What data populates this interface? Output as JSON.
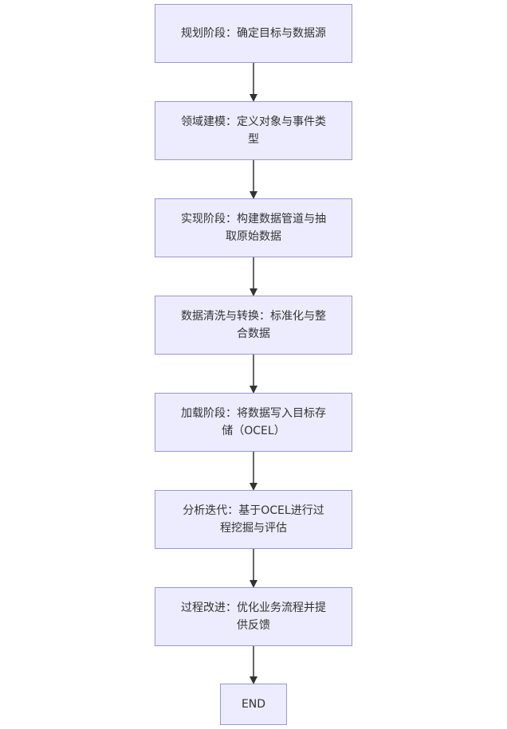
{
  "steps": [
    {
      "label": "规划阶段：确定目标与数据源"
    },
    {
      "label": "领域建模：定义对象与事件类型"
    },
    {
      "label": "实现阶段：构建数据管道与抽取原始数据"
    },
    {
      "label": "数据清洗与转换：标准化与整合数据"
    },
    {
      "label": "加载阶段：将数据写入目标存储（OCEL）"
    },
    {
      "label": "分析迭代：基于OCEL进行过程挖掘与评估"
    },
    {
      "label": "过程改进：优化业务流程并提供反馈"
    }
  ],
  "end": {
    "label": "END"
  },
  "colors": {
    "node_fill": "#ececfe",
    "node_border": "#9b95d9",
    "edge": "#333333"
  }
}
